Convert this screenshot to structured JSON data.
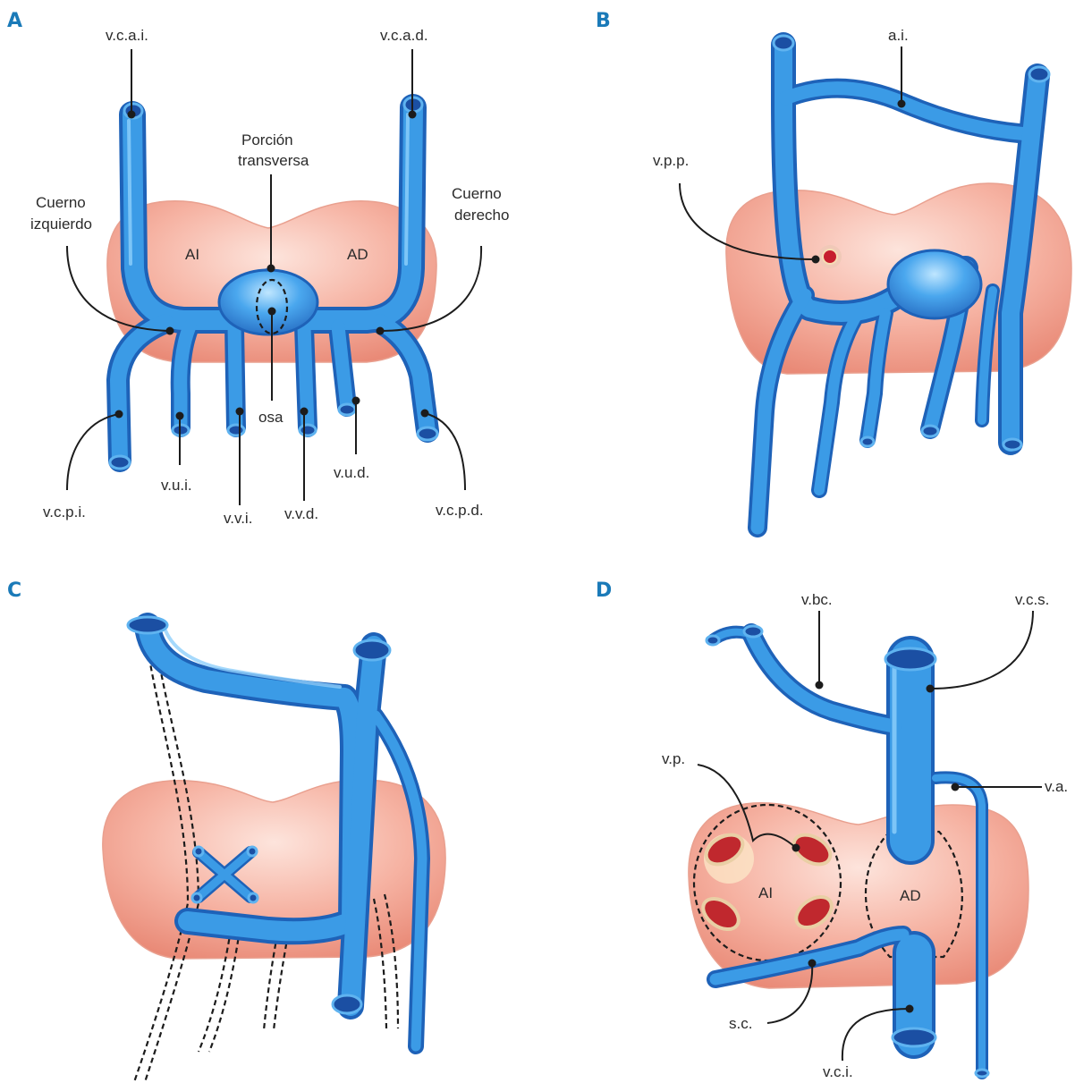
{
  "panels": [
    {
      "letter": "A",
      "labels": {
        "vcai": "v.c.a.i.",
        "vcad": "v.c.a.d.",
        "porcion": "Porción",
        "transversa": "transversa",
        "cuerno_izq_1": "Cuerno",
        "cuerno_izq_2": "izquierdo",
        "cuerno_der_1": "Cuerno",
        "cuerno_der_2": "derecho",
        "ai": "AI",
        "ad": "AD",
        "osa": "osa",
        "vcpi": "v.c.p.i.",
        "vui": "v.u.i.",
        "vvi": "v.v.i.",
        "vvd": "v.v.d.",
        "vud": "v.u.d.",
        "vcpd": "v.c.p.d."
      }
    },
    {
      "letter": "B",
      "labels": {
        "ai": "a.i.",
        "vpp": "v.p.p."
      }
    },
    {
      "letter": "C",
      "labels": {}
    },
    {
      "letter": "D",
      "labels": {
        "vbc": "v.bc.",
        "vcs": "v.c.s.",
        "vp": "v.p.",
        "va": "v.a.",
        "ai": "AI",
        "ad": "AD",
        "sc": "s.c.",
        "vci": "v.c.i."
      }
    }
  ],
  "colors": {
    "vein": "#3b9be6",
    "vein_dark": "#1e62b8",
    "heart": "#f2a594",
    "label": "#2b2b2b",
    "panel_letter": "#1a7ab8"
  }
}
